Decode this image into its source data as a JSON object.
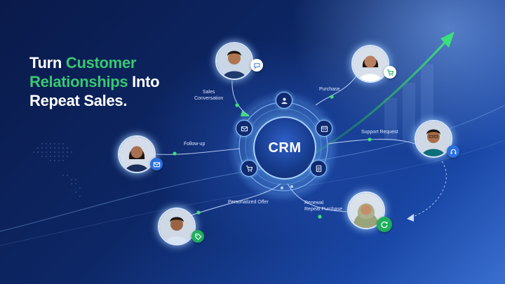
{
  "headline": {
    "line1_white": "Turn ",
    "line1_green": "Customer",
    "line2_green": "Relationships",
    "line2_white": " Into",
    "line3_white": "Repeat Sales."
  },
  "center": {
    "label": "CRM"
  },
  "flows": {
    "sales_conversation": "Sales\nConversation",
    "purchase": "Purchase",
    "support_request": "Support Request",
    "follow_up": "Follow-up",
    "personalized_offer": "Personalized Offer",
    "renewal_repeat_purchase": "Renewal\nRepeat Purchase"
  },
  "icons": {
    "center_tools": [
      "user-icon",
      "calendar-icon",
      "document-icon",
      "cart-icon",
      "mail-icon"
    ],
    "badges": [
      "chat-icon",
      "cart-icon",
      "headset-icon",
      "mail-icon",
      "tag-icon",
      "refresh-icon"
    ]
  },
  "colors": {
    "accent_green": "#37c871",
    "background_dark": "#0a1a4a",
    "glow_blue": "#8ec3ff"
  }
}
